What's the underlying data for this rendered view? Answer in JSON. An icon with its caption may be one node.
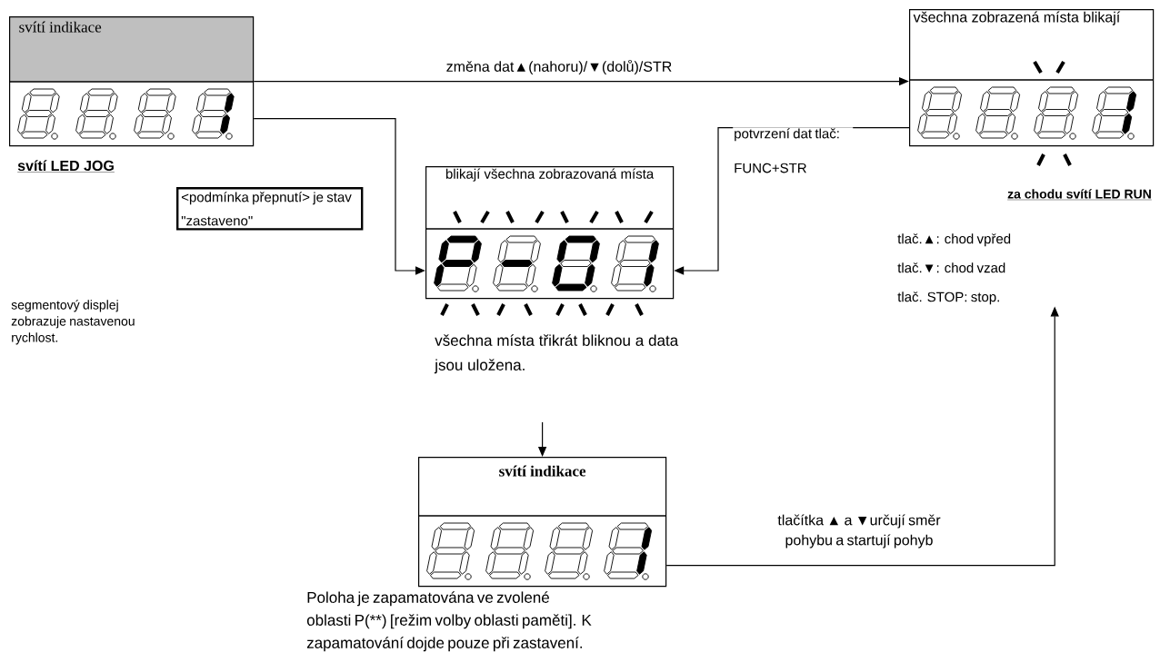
{
  "diagram": {
    "nodes": [
      {
        "text": [
          "svítí indikace"
        ],
        "beside": [
          "svítí LED JOG"
        ]
      },
      {
        "text": [
          "všechna zobrazená místa blikají"
        ],
        "beside": [
          "za chodu svítí LED RUN"
        ]
      },
      {
        "text": [
          "blikají všechna zobrazovaná místa"
        ],
        "beside": [
          "všechna místa třikrát bliknou a data jsou uložena."
        ]
      },
      {
        "text": [
          "<podmínka přepnutí> je stav \"zastaveno\""
        ]
      },
      {
        "text": [
          "svítí indikace"
        ],
        "beside": [
          "Poloha je zapamatována ve zvolené oblasti P(**) [režim volby oblasti paměti]. K zapamatování dojde pouze při zastavení."
        ]
      },
      {
        "text": [
          "tlač.▲: chod vpřed",
          "tlač.▼: chod vzad",
          "tlač. STOP: stop."
        ]
      }
    ],
    "edges": [
      {
        "from": 0,
        "to": 1,
        "arrow": "to",
        "label": "změna dat▲(nahoru)/▼(dolů)/STR"
      },
      {
        "from": 0,
        "to": 2,
        "arrow": "to"
      },
      {
        "from": 1,
        "to": 2,
        "arrow": "to",
        "label": "potvrzení dat tlač: FUNC+STR"
      },
      {
        "from": null,
        "to": 4,
        "arrow": "to"
      },
      {
        "from": 4,
        "to": 5,
        "arrow": "to",
        "label": "tlačítka ▲ a ▼určují směr pohybu a startují pohyb"
      }
    ],
    "labels": [
      "segmentový displej zobrazuje nastavenou rychlost."
    ]
  }
}
